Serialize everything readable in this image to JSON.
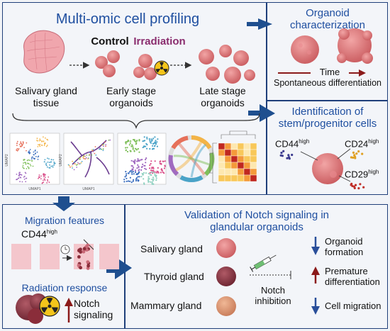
{
  "main_panel": {
    "title": "Multi-omic cell profiling",
    "control_label": "Control",
    "irradiation_label": "Irradiation",
    "tissue_label": "Salivary gland\ntissue",
    "early_label": "Early stage\norganoids",
    "late_label": "Late stage\norganoids",
    "umap_label": "UMAP1",
    "umap_y_label": "UMAP2"
  },
  "organoid_panel": {
    "title": "Organoid\ncharacterization",
    "time_label": "Time",
    "spontaneous_label": "Spontaneous differentiation"
  },
  "stem_panel": {
    "title": "Identification of\nstem/progenitor cells",
    "markers": [
      {
        "name": "CD44",
        "sup": "high"
      },
      {
        "name": "CD24",
        "sup": "high"
      },
      {
        "name": "CD29",
        "sup": "high"
      }
    ]
  },
  "migration_panel": {
    "title": "Migration features",
    "marker": {
      "name": "CD44",
      "sup": "high"
    }
  },
  "radiation_panel": {
    "title": "Radiation response",
    "notch_label": "Notch\nsignaling"
  },
  "validation_panel": {
    "title": "Validation of Notch signaling in\nglandular organoids",
    "glands": [
      "Salivary gland",
      "Thyroid gland",
      "Mammary gland"
    ],
    "inhibition_label": "Notch\ninhibition",
    "effects": [
      {
        "label": "Organoid\nformation",
        "direction": "down"
      },
      {
        "label": "Premature\ndifferentiation",
        "direction": "up"
      },
      {
        "label": "Cell migration",
        "direction": "down"
      }
    ]
  },
  "colors": {
    "title_blue": "#1f4fa0",
    "border": "#1f3f7a",
    "arrow_blue": "#1f4f8f",
    "irradiation": "#8a2d6e",
    "up_arrow": "#8b1a1a",
    "down_arrow": "#2a4f9a",
    "salivary": "#d9717a",
    "thyroid": "#8a3a44",
    "mammary": "#d9906a"
  }
}
